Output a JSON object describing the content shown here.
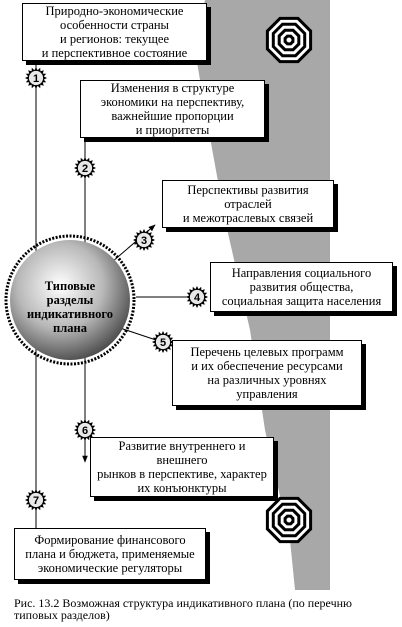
{
  "center": {
    "label": "Типовые\nразделы\nиндикативного\nплана"
  },
  "sections": [
    {
      "number": "1",
      "text": "Природно-экономические\nособенности страны\nи регионов: текущее\nи перспективное состояние"
    },
    {
      "number": "2",
      "text": "Изменения в структуре\nэкономики на перспективу,\nважнейшие пропорции\nи приоритеты"
    },
    {
      "number": "3",
      "text": "Перспективы развития\nотраслей\nи межотраслевых связей"
    },
    {
      "number": "4",
      "text": "Направления социального\nразвития общества,\nсоциальная защита населения"
    },
    {
      "number": "5",
      "text": "Перечень целевых программ\nи их обеспечение ресурсами\nна различных уровнях\nуправления"
    },
    {
      "number": "6",
      "text": "Развитие внутреннего и внешнего\nрынков в перспективе, характер\nих конъюнктуры"
    },
    {
      "number": "7",
      "text": "Формирование финансового\nплана и бюджета, применяемые\nэкономические регуляторы"
    }
  ],
  "caption": "Рис. 13.2 Возможная структура индикативного плана (по перечню\nтиповых разделов)",
  "colors": {
    "band": "#a8a8a8",
    "badge_fill": "#e8e8e8",
    "ink": "#000000"
  }
}
